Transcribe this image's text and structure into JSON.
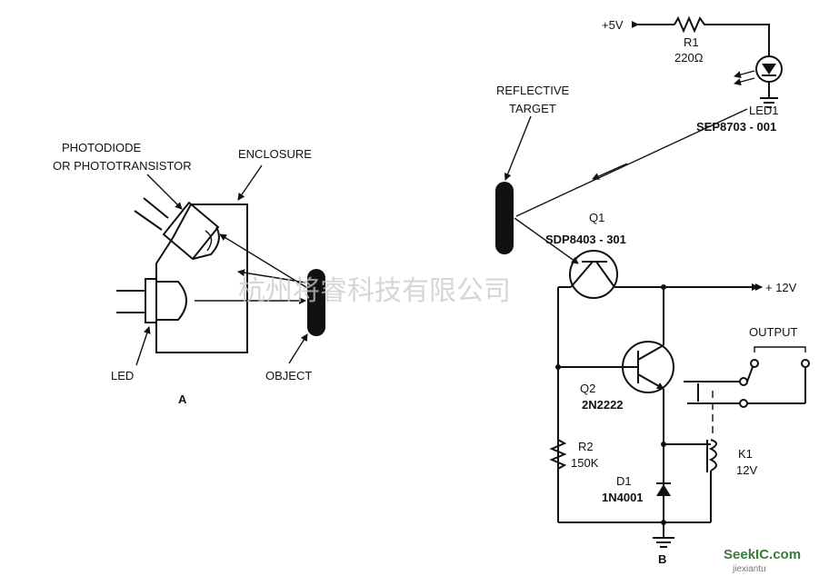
{
  "diagram_a": {
    "photodiode_label_1": "PHOTODIODE",
    "photodiode_label_2": "OR PHOTOTRANSISTOR",
    "enclosure_label": "ENCLOSURE",
    "led_label": "LED",
    "object_label": "OBJECT",
    "panel_label": "A"
  },
  "diagram_b": {
    "supply_5v": "+5V",
    "r1_name": "R1",
    "r1_value": "220Ω",
    "reflective_label_1": "REFLECTIVE",
    "reflective_label_2": "TARGET",
    "led1_name": "LED1",
    "led1_part": "SEP8703 - 001",
    "q1_name": "Q1",
    "q1_part": "SDP8403 - 301",
    "supply_12v": "+ 12V",
    "output_label": "OUTPUT",
    "q2_name": "Q2",
    "q2_part": "2N2222",
    "r2_name": "R2",
    "r2_value": "150K",
    "k1_name": "K1",
    "k1_value": "12V",
    "d1_name": "D1",
    "d1_part": "1N4001",
    "panel_label": "B"
  },
  "watermark": {
    "text": "杭州将睿科技有限公司"
  },
  "logo": {
    "text": "SeekIC.com",
    "subtext": "jiexiantu"
  }
}
